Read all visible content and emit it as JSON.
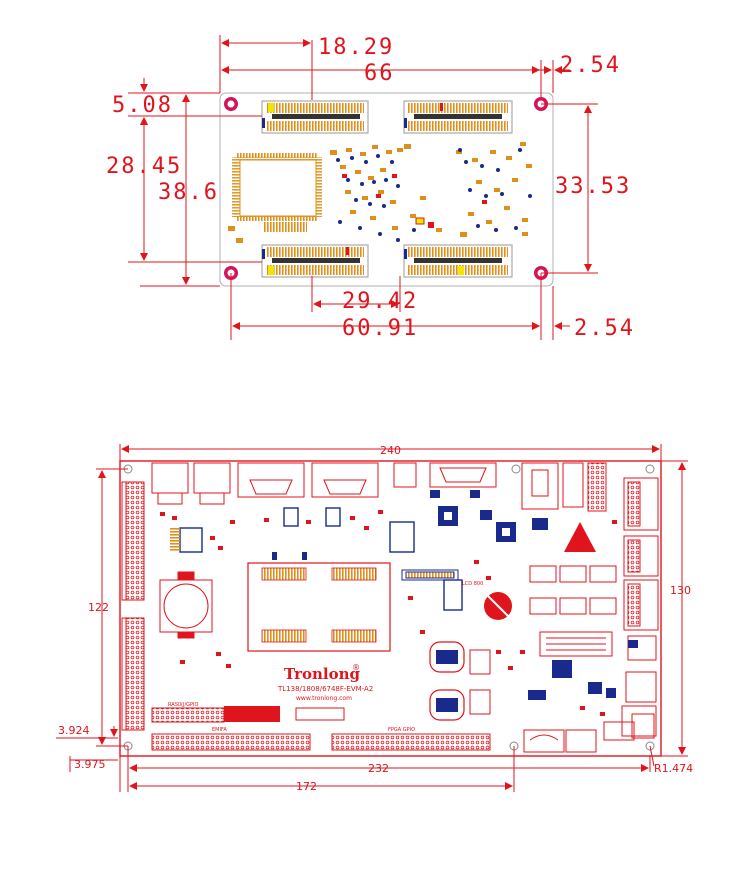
{
  "core_board": {
    "dims": {
      "conn_width": "18.29",
      "total_length": "66",
      "right_edge_offset": "2.54",
      "top_hole_offset": "5.08",
      "conn_pitch_vertical": "28.45",
      "total_height": "38.6",
      "right_hole_pitch": "33.53",
      "bottom_conn_span": "29.42",
      "hole_pitch_horizontal": "60.91",
      "bottom_right_offset": "2.54"
    }
  },
  "eval_board": {
    "dims": {
      "total_length": "240",
      "total_height": "130",
      "left_hole_pitch": "122",
      "hole_x_left": "3.924",
      "hole_y_bottom": "3.975",
      "hole_pitch_horizontal": "232",
      "partial_length": "172",
      "corner_radius": "R1.474"
    },
    "silkscreen": {
      "brand": "Tronlong",
      "brand_mark": "®",
      "model": "TL138/1808/6748F-EVM-A2",
      "url": "www.tronlong.com",
      "label_gpio_left": "RAS0(J/GPIO",
      "label_emifa": "EMIFA",
      "label_fpga_gpio": "FPGA GPIO",
      "label_lcd": "LCD 800"
    }
  },
  "colors": {
    "dimension": "#e0141c",
    "outline": "#e0141c",
    "copper": "#e0901a",
    "via": "#1a2a8c",
    "board_fill": "#ffffff",
    "mount_hole": "#d4145a"
  }
}
